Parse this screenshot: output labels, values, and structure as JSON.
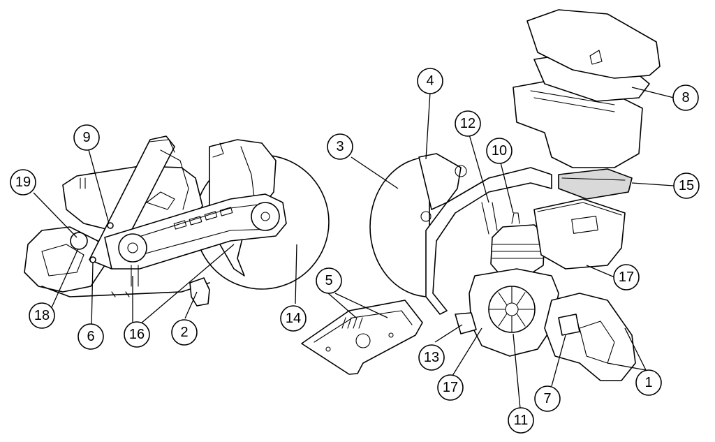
{
  "callouts": [
    {
      "id": "c19",
      "label": "19"
    },
    {
      "id": "c9",
      "label": "9"
    },
    {
      "id": "c18",
      "label": "18"
    },
    {
      "id": "c6",
      "label": "6"
    },
    {
      "id": "c16",
      "label": "16"
    },
    {
      "id": "c2",
      "label": "2"
    },
    {
      "id": "c14",
      "label": "14"
    },
    {
      "id": "c5",
      "label": "5"
    },
    {
      "id": "c3",
      "label": "3"
    },
    {
      "id": "c4",
      "label": "4"
    },
    {
      "id": "c12",
      "label": "12"
    },
    {
      "id": "c10",
      "label": "10"
    },
    {
      "id": "c8",
      "label": "8"
    },
    {
      "id": "c15",
      "label": "15"
    },
    {
      "id": "c17a",
      "label": "17"
    },
    {
      "id": "c13",
      "label": "13"
    },
    {
      "id": "c17b",
      "label": "17"
    },
    {
      "id": "c11",
      "label": "11"
    },
    {
      "id": "c7",
      "label": "7"
    },
    {
      "id": "c1",
      "label": "1"
    }
  ]
}
